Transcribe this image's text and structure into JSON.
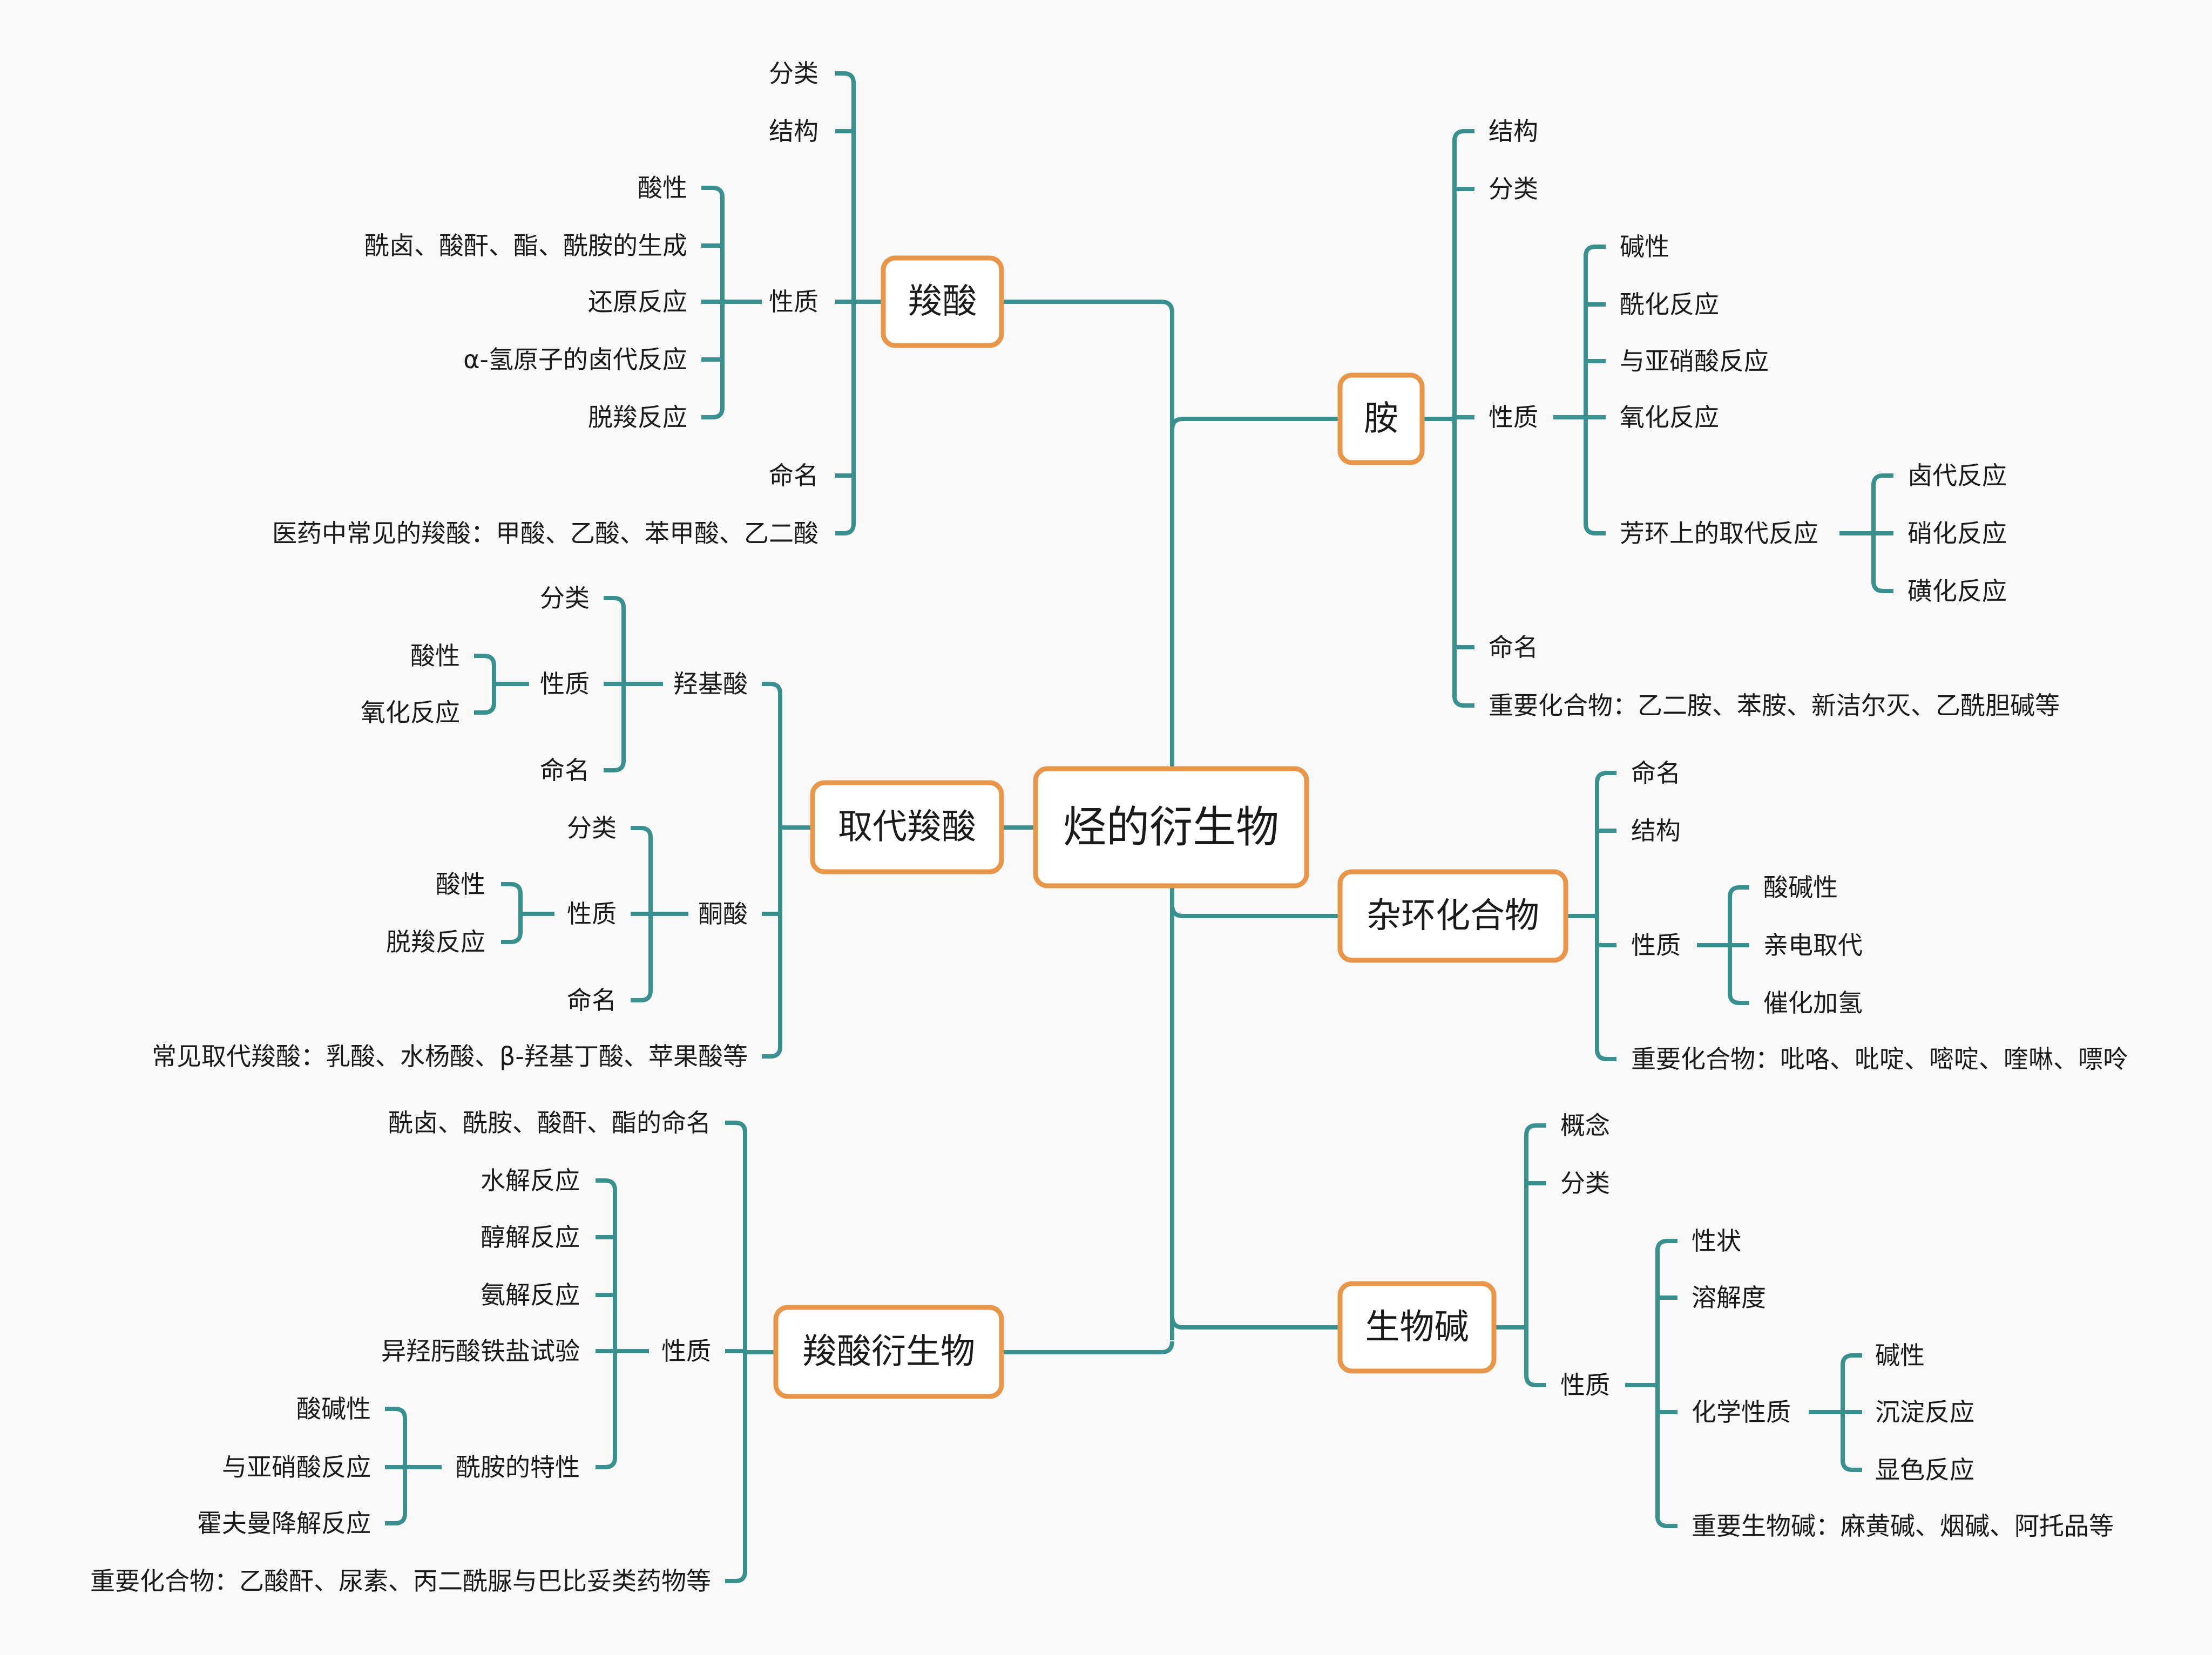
{
  "colors": {
    "background": "#f9f9f9",
    "line": "#3a8f8f",
    "node_border": "#e8964a",
    "node_fill": "#ffffff",
    "text": "#1a1a1a"
  },
  "root": {
    "label": "烃的衍生物",
    "branches": [
      {
        "id": "carboxylic-acid",
        "label": "羧酸",
        "side": "left",
        "children": [
          {
            "label": "分类"
          },
          {
            "label": "结构"
          },
          {
            "label": "性质",
            "children": [
              {
                "label": "酸性"
              },
              {
                "label": "酰卤、酸酐、酯、酰胺的生成"
              },
              {
                "label": "还原反应"
              },
              {
                "label": "α-氢原子的卤代反应"
              },
              {
                "label": "脱羧反应"
              }
            ]
          },
          {
            "label": "命名"
          },
          {
            "label": "医药中常见的羧酸：甲酸、乙酸、苯甲酸、乙二酸"
          }
        ]
      },
      {
        "id": "substituted-carboxylic-acid",
        "label": "取代羧酸",
        "side": "left",
        "children": [
          {
            "label": "羟基酸",
            "children": [
              {
                "label": "分类"
              },
              {
                "label": "性质",
                "children": [
                  {
                    "label": "酸性"
                  },
                  {
                    "label": "氧化反应"
                  }
                ]
              },
              {
                "label": "命名"
              }
            ]
          },
          {
            "label": "酮酸",
            "children": [
              {
                "label": "分类"
              },
              {
                "label": "性质",
                "children": [
                  {
                    "label": "酸性"
                  },
                  {
                    "label": "脱羧反应"
                  }
                ]
              },
              {
                "label": "命名"
              }
            ]
          },
          {
            "label": "常见取代羧酸：乳酸、水杨酸、β-羟基丁酸、苹果酸等"
          }
        ]
      },
      {
        "id": "carboxylic-acid-derivatives",
        "label": "羧酸衍生物",
        "side": "left",
        "children": [
          {
            "label": "酰卤、酰胺、酸酐、酯的命名"
          },
          {
            "label": "性质",
            "children": [
              {
                "label": "水解反应"
              },
              {
                "label": "醇解反应"
              },
              {
                "label": "氨解反应"
              },
              {
                "label": "异羟肟酸铁盐试验"
              },
              {
                "label": "酰胺的特性",
                "children": [
                  {
                    "label": "酸碱性"
                  },
                  {
                    "label": "与亚硝酸反应"
                  },
                  {
                    "label": "霍夫曼降解反应"
                  }
                ]
              }
            ]
          },
          {
            "label": "重要化合物：乙酸酐、尿素、丙二酰脲与巴比妥类药物等"
          }
        ]
      },
      {
        "id": "amine",
        "label": "胺",
        "side": "right",
        "children": [
          {
            "label": "结构"
          },
          {
            "label": "分类"
          },
          {
            "label": "性质",
            "children": [
              {
                "label": "碱性"
              },
              {
                "label": "酰化反应"
              },
              {
                "label": "与亚硝酸反应"
              },
              {
                "label": "氧化反应"
              },
              {
                "label": "芳环上的取代反应",
                "children": [
                  {
                    "label": "卤代反应"
                  },
                  {
                    "label": "硝化反应"
                  },
                  {
                    "label": "磺化反应"
                  }
                ]
              }
            ]
          },
          {
            "label": "命名"
          },
          {
            "label": "重要化合物：乙二胺、苯胺、新洁尔灭、乙酰胆碱等"
          }
        ]
      },
      {
        "id": "heterocyclic",
        "label": "杂环化合物",
        "side": "right",
        "children": [
          {
            "label": "命名"
          },
          {
            "label": "结构"
          },
          {
            "label": "性质",
            "children": [
              {
                "label": "酸碱性"
              },
              {
                "label": "亲电取代"
              },
              {
                "label": "催化加氢"
              }
            ]
          },
          {
            "label": "重要化合物：吡咯、吡啶、嘧啶、喹啉、嘌呤"
          }
        ]
      },
      {
        "id": "alkaloid",
        "label": "生物碱",
        "side": "right",
        "children": [
          {
            "label": "概念"
          },
          {
            "label": "分类"
          },
          {
            "label": "性质",
            "children": [
              {
                "label": "性状"
              },
              {
                "label": "溶解度"
              },
              {
                "label": "化学性质",
                "children": [
                  {
                    "label": "碱性"
                  },
                  {
                    "label": "沉淀反应"
                  },
                  {
                    "label": "显色反应"
                  }
                ]
              },
              {
                "label": "重要生物碱：麻黄碱、烟碱、阿托品等"
              }
            ]
          }
        ]
      }
    ]
  }
}
